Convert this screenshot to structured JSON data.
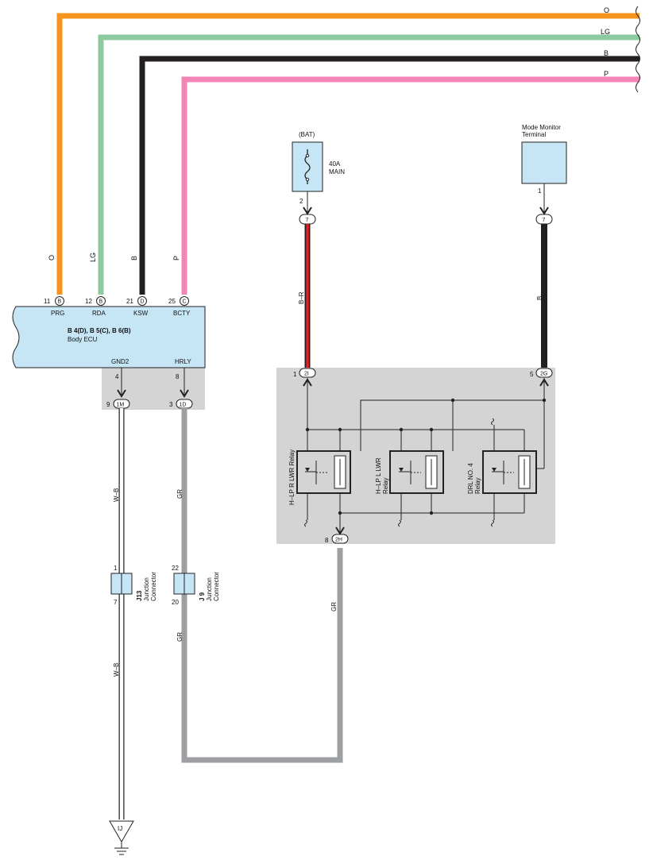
{
  "wires": {
    "top": [
      {
        "code": "O",
        "color": "#f7941d"
      },
      {
        "code": "LG",
        "color": "#8ccaa0"
      },
      {
        "code": "B",
        "color": "#231f20"
      },
      {
        "code": "P",
        "color": "#f285b5"
      }
    ],
    "w_b": "W–B",
    "gr": "GR",
    "b_r": "B–R",
    "b": "B"
  },
  "ecu": {
    "top_pins": [
      {
        "num": "11",
        "conn": "B",
        "name": "PRG"
      },
      {
        "num": "12",
        "conn": "B",
        "name": "RDA"
      },
      {
        "num": "21",
        "conn": "D",
        "name": "KSW"
      },
      {
        "num": "25",
        "conn": "C",
        "name": "BCTY"
      }
    ],
    "title": "B 4(D), B 5(C), B 6(B)",
    "subtitle": "Body ECU",
    "bottom_pins": [
      {
        "num": "4",
        "name": "GND2"
      },
      {
        "num": "8",
        "name": "HRLY"
      }
    ]
  },
  "junction_left": [
    {
      "pin": "9",
      "label": "1M"
    },
    {
      "pin": "3",
      "label": "1D"
    }
  ],
  "fuse": {
    "source": "(BAT)",
    "rating": "40A",
    "name": "MAIN",
    "pin": "2",
    "conn": "7"
  },
  "mode_monitor": {
    "name_line1": "Mode Monitor",
    "name_line2": "Terminal",
    "pin": "1",
    "conn": "7"
  },
  "relay_block": {
    "in_left": {
      "pin": "1",
      "label": "2I"
    },
    "in_right": {
      "pin": "5",
      "label": "2G"
    },
    "out": {
      "pin": "8",
      "label": "2H"
    },
    "relays": [
      {
        "line1": "H–LP R LWR Relay",
        "line2": ""
      },
      {
        "line1": "H–LP L LWR",
        "line2": "Relay"
      },
      {
        "line1": "DRL NO. 4",
        "line2": "Relay"
      }
    ]
  },
  "j13": {
    "code": "J13",
    "line1": "Junction",
    "line2": "Connector",
    "pin_top": "1",
    "pin_bottom": "7"
  },
  "j9": {
    "code": "J 9",
    "line1": "Junction",
    "line2": "Connector",
    "pin_top": "22",
    "pin_bottom": "20"
  },
  "ground": {
    "label": "IJ"
  },
  "colors": {
    "ecu_fill": "#c6e6f6",
    "block_fill": "#d4d4d5",
    "gray_wire": "#9d9fa2",
    "red_wire": "#ec1c24"
  }
}
